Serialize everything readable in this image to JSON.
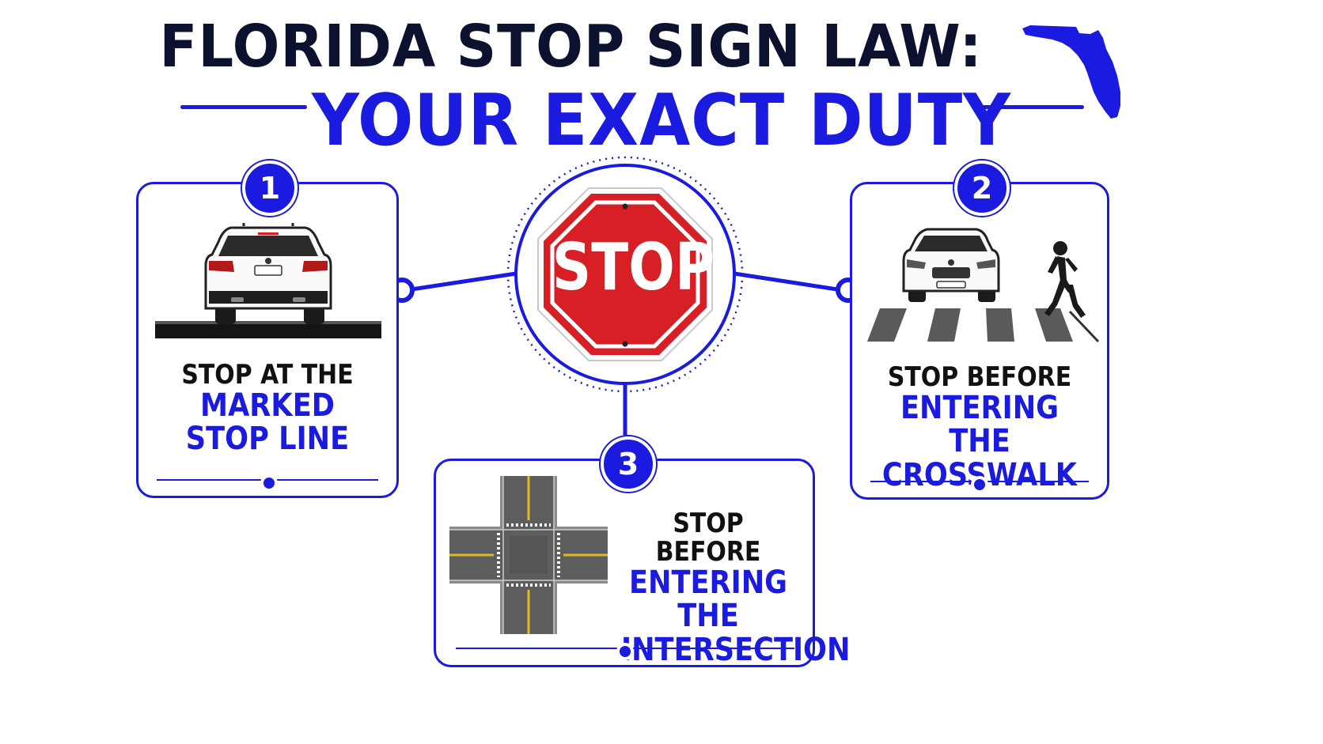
{
  "title": {
    "line1": "FLORIDA STOP SIGN LAW:",
    "line2": "YOUR EXACT DUTY"
  },
  "sign": {
    "text": "STOP",
    "color": "#d91f26"
  },
  "colors": {
    "accent": "#1a1ae0",
    "dark_text": "#111111"
  },
  "steps": [
    {
      "number": "1",
      "lead": "STOP AT THE",
      "emph1": "MARKED",
      "emph2": "STOP LINE",
      "icon": "car-rear-icon"
    },
    {
      "number": "2",
      "lead": "STOP BEFORE",
      "emph1": "ENTERING THE",
      "emph2": "CROSSWALK",
      "icon": "car-front-pedestrian-icon"
    },
    {
      "number": "3",
      "lead": "STOP BEFORE",
      "emph1": "ENTERING THE",
      "emph2": "INTERSECTION",
      "icon": "intersection-icon"
    }
  ]
}
